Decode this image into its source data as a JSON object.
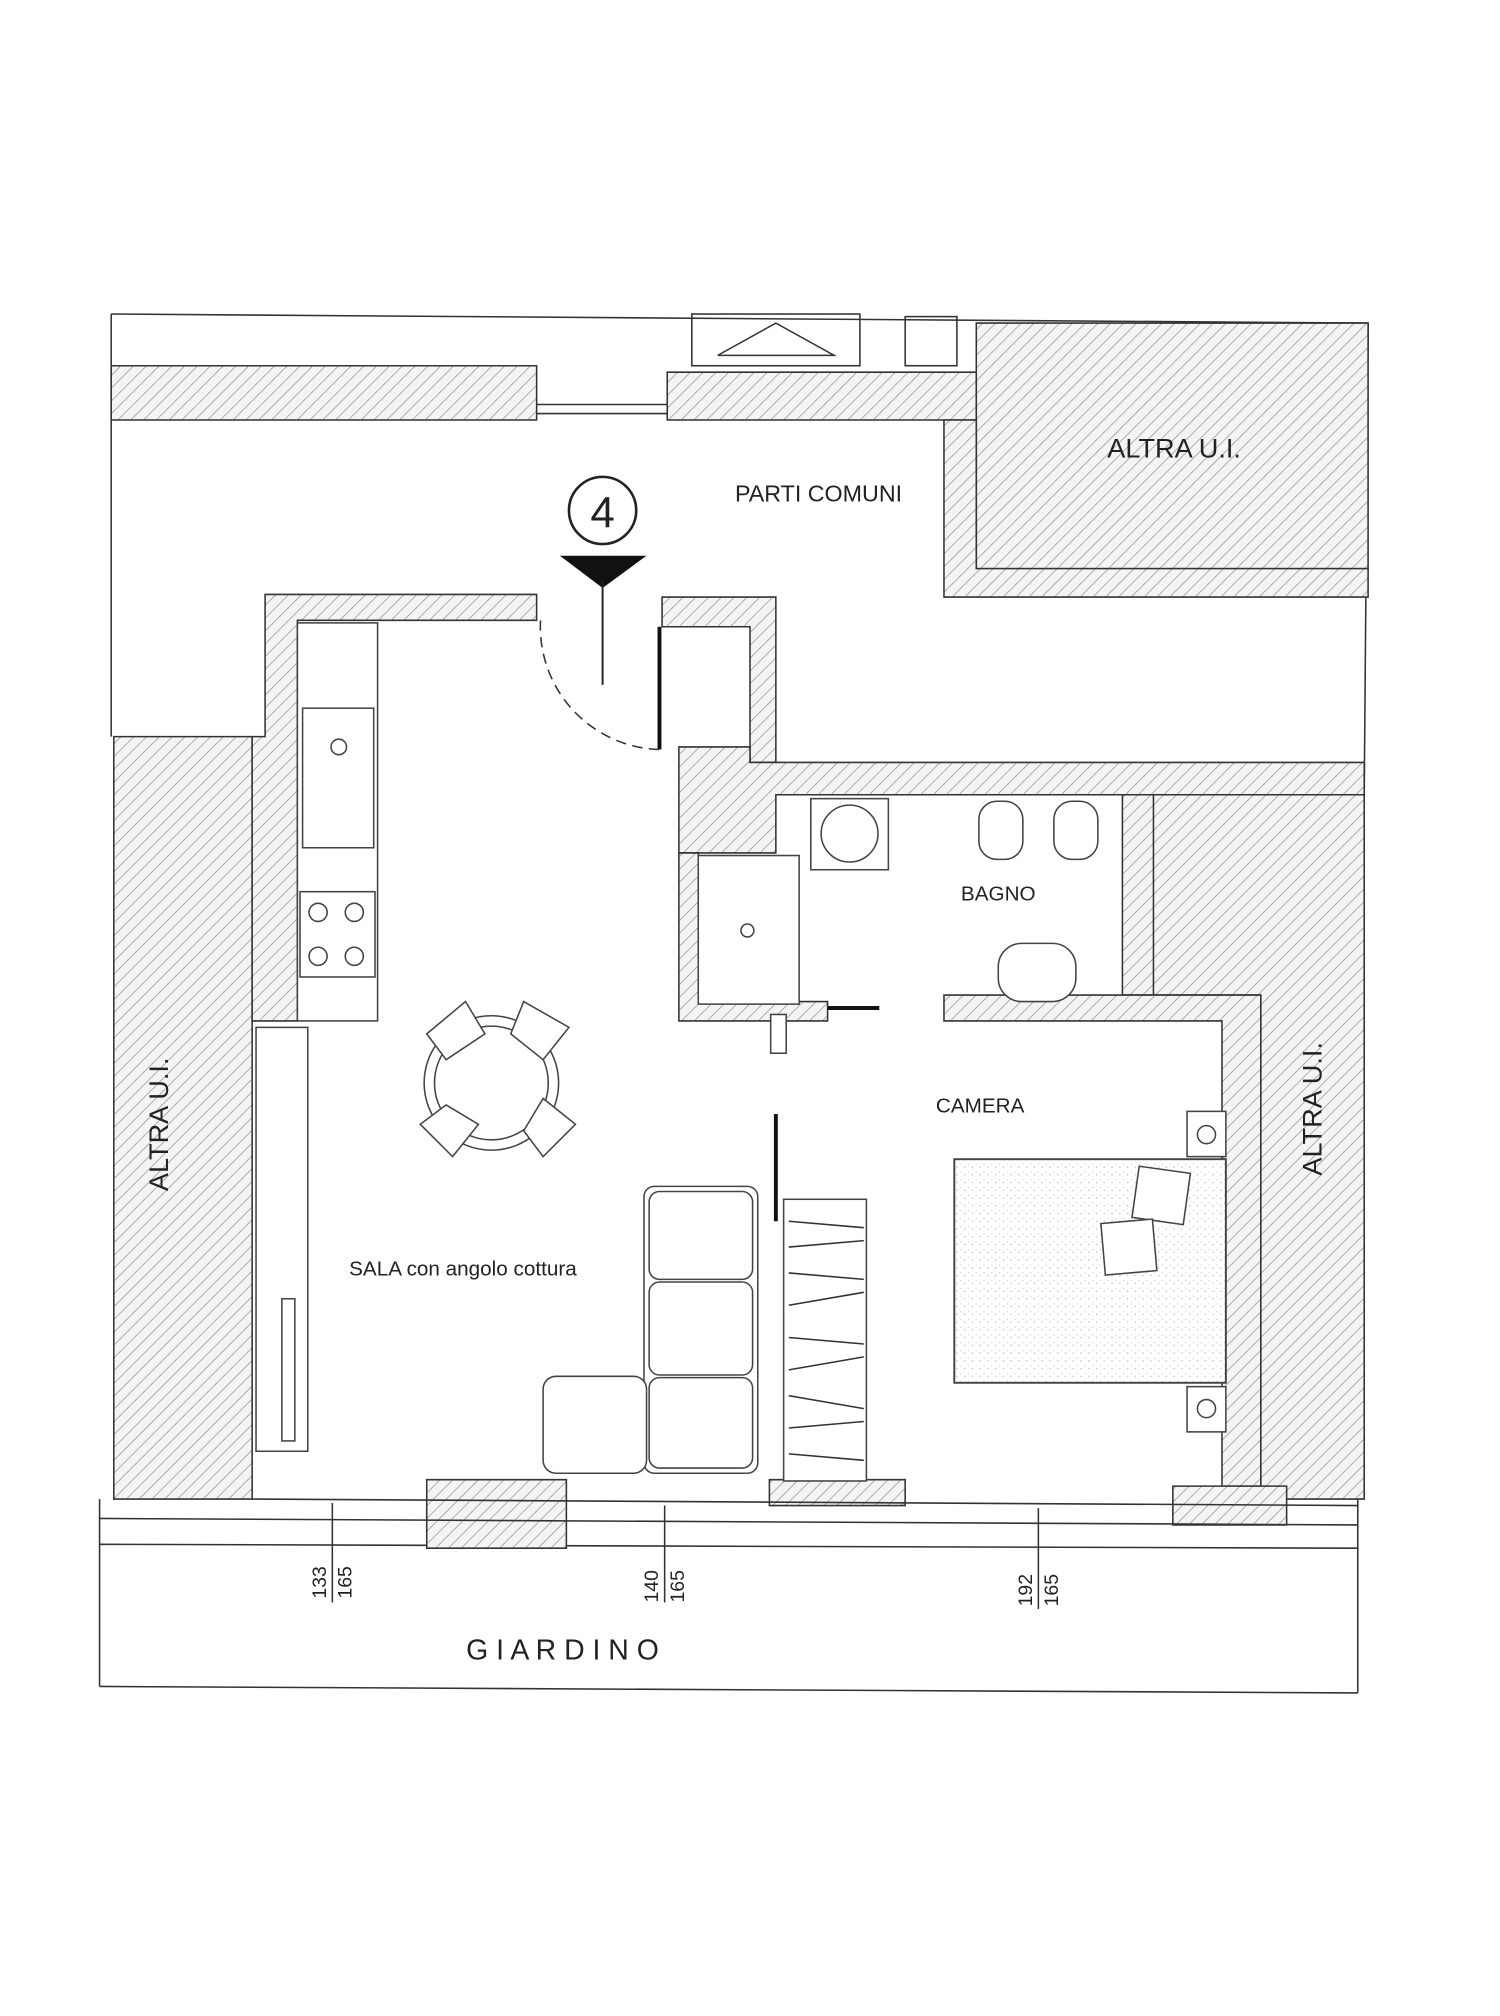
{
  "plan": {
    "entrance_number": "4",
    "rooms": {
      "common_areas": "PARTI COMUNI",
      "other_unit_top": "ALTRA U.I.",
      "other_unit_left": "ALTRA U.I.",
      "other_unit_right": "ALTRA U.I.",
      "bathroom": "BAGNO",
      "bedroom": "CAMERA",
      "living": "SALA con angolo cottura",
      "garden": "G I A R D I N O"
    },
    "window_dimensions": [
      {
        "width": "133",
        "height": "165"
      },
      {
        "width": "140",
        "height": "165"
      },
      {
        "width": "192",
        "height": "165"
      }
    ]
  }
}
